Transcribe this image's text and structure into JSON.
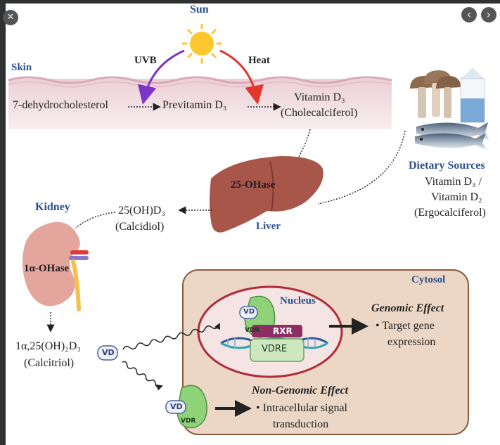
{
  "viewer": {
    "close_glyph": "✕",
    "prev_glyph": "‹",
    "next_glyph": "›"
  },
  "labels": {
    "sun": "Sun",
    "uvb": "UVB",
    "heat": "Heat",
    "skin": "Skin",
    "dehydrocholesterol": "7-dehydrocholesterol",
    "previtamin": "Previtamin D₃",
    "vitamin_d3": "Vitamin D₃",
    "cholecalciferol": "(Cholecalciferol)",
    "dietary_sources": "Dietary Sources",
    "dietary_line1": "Vitamin D₃ /",
    "dietary_line2": "Vitamin D₂",
    "ergocalciferol": "(Ergocalciferol)",
    "ohase_25": "25-OHase",
    "liver": "Liver",
    "kidney": "Kidney",
    "calcidiol_formula": "25(OH)D₃",
    "calcidiol": "(Calcidiol)",
    "alpha_ohase": "1α-OHase",
    "calcitriol_formula": "1α,25(OH)₂D₃",
    "calcitriol": "(Calcitriol)",
    "cytosol": "Cytosol",
    "nucleus": "Nucleus",
    "genomic_effect": "Genomic Effect",
    "target_gene_1": "• Target gene",
    "target_gene_2": "expression",
    "non_genomic_effect": "Non-Genomic Effect",
    "intracellular_1": "• Intracellular signal",
    "intracellular_2": "transduction",
    "vd": "VD",
    "vdr": "VDR",
    "rxr": "RXR",
    "vdre": "VDRE"
  },
  "colors": {
    "background": "#2f3133",
    "canvas": "#ffffff",
    "skin_band": "#f3e1e3",
    "skin_top": "#e3c2cb",
    "uvb_arrow": "#7b35c9",
    "heat_arrow": "#e2362e",
    "title_blue": "#2d4f8f",
    "liver": "#a8564a",
    "kidney": "#e4a59c",
    "cytosol_fill": "#ecd7c6",
    "cytosol_border": "#8b5a3e",
    "nucleus_fill": "#f4e4e4",
    "nucleus_border": "#b12b3b",
    "vdr_green": "#8fd27a",
    "rxr_purple": "#8e2d63",
    "vd_badge": "#eef0fa",
    "sun_yellow": "#fdc72e"
  }
}
